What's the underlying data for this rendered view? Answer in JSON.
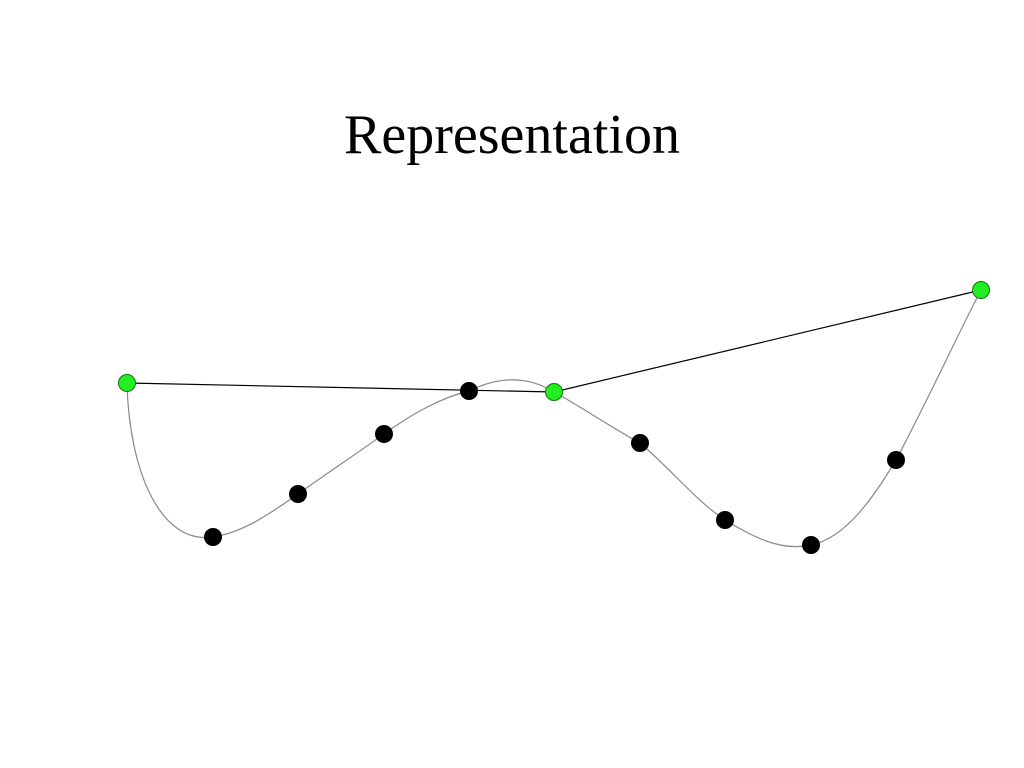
{
  "slide": {
    "title": "Representation"
  },
  "diagram": {
    "colors": {
      "curve": "#888888",
      "polygon": "#000000",
      "control_point": "#22ee22",
      "control_point_stroke": "#117711",
      "sample_point": "#000000"
    },
    "control_point_count": 3,
    "sample_point_count": 11
  }
}
